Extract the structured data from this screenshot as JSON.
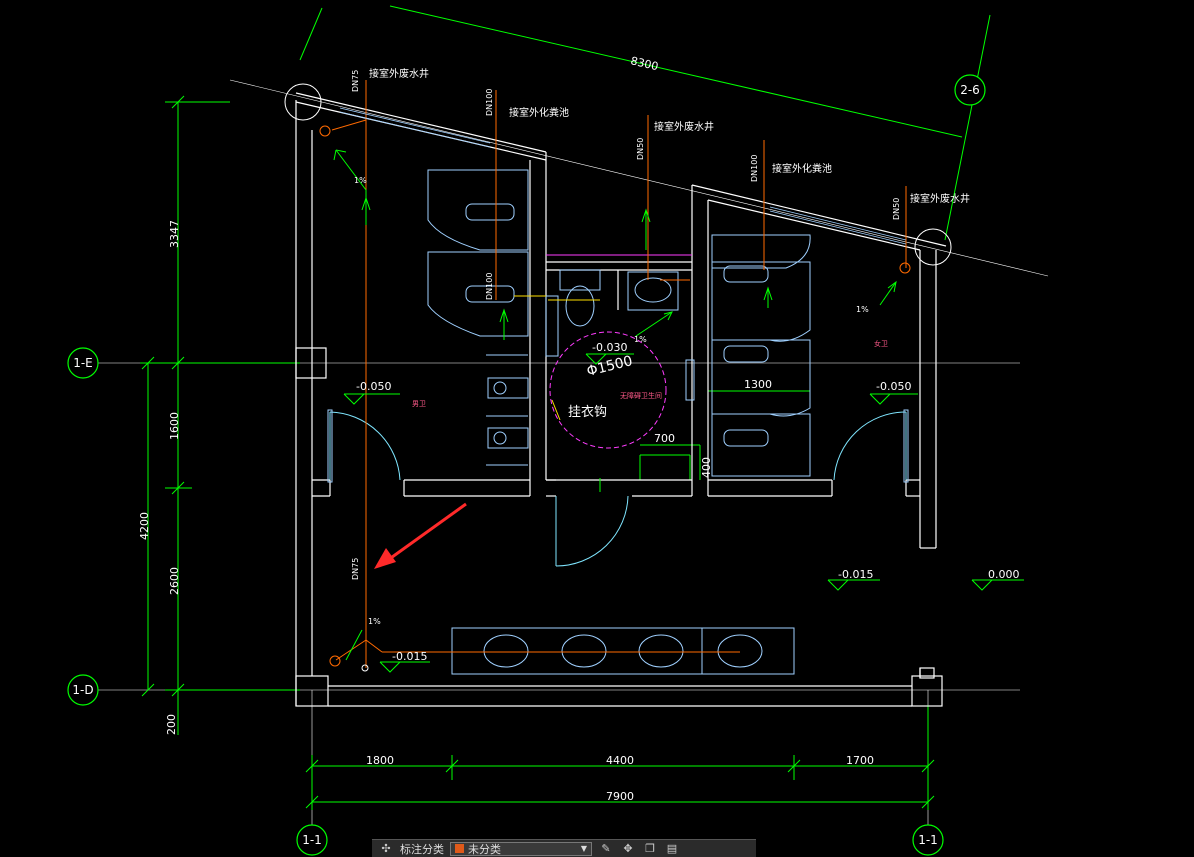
{
  "colors": {
    "wall": "#ffffff",
    "dim": "#00ff00",
    "fixture": "#9fd0ff",
    "pipe": "#ff6a00",
    "text": "#ffffff",
    "arrow": "#ff2a2a",
    "room_label": "#ff5a8a",
    "door": "#7fe6ff",
    "magenta": "#ff3cff"
  },
  "grid_labels": {
    "row_e": "1-E",
    "row_d": "1-D",
    "col_left": "1-1",
    "col_right": "1-1",
    "diag": "2-6"
  },
  "dimensions": {
    "top_diag": "8300",
    "left_top": "3347",
    "left_mid": "1600",
    "left_total": "4200",
    "left_low": "2600",
    "left_bottom": "200",
    "bottom_a": "1800",
    "bottom_b": "4400",
    "bottom_c": "1700",
    "bottom_total": "7900",
    "inner_1300": "1300",
    "inner_700": "700",
    "inner_400": "400",
    "circle": "Φ1500"
  },
  "pipe_labels": {
    "p1": "接室外废水井",
    "p2": "接室外化粪池",
    "p3": "接室外废水井",
    "p4": "接室外化粪池",
    "p5": "接室外废水井",
    "dn75a": "DN75",
    "dn100a": "DN100",
    "dn50": "DN50",
    "dn100b": "DN100",
    "dn100c": "DN100",
    "dn50b": "DN50",
    "dn75b": "DN75"
  },
  "levels": {
    "l1": "-0.050",
    "l2": "-0.030",
    "l3": "-0.050",
    "l4": "-0.015",
    "l5": "0.000",
    "l6": "-0.015"
  },
  "slopes": {
    "s1": "1%",
    "s2": "1%",
    "s3": "1%",
    "s4": "1%"
  },
  "rooms": {
    "men": "男卫",
    "women": "女卫",
    "accessible": "无障碍卫生间",
    "hook": "挂衣钩"
  },
  "toolbar": {
    "label": "标注分类",
    "selected": "未分类"
  }
}
